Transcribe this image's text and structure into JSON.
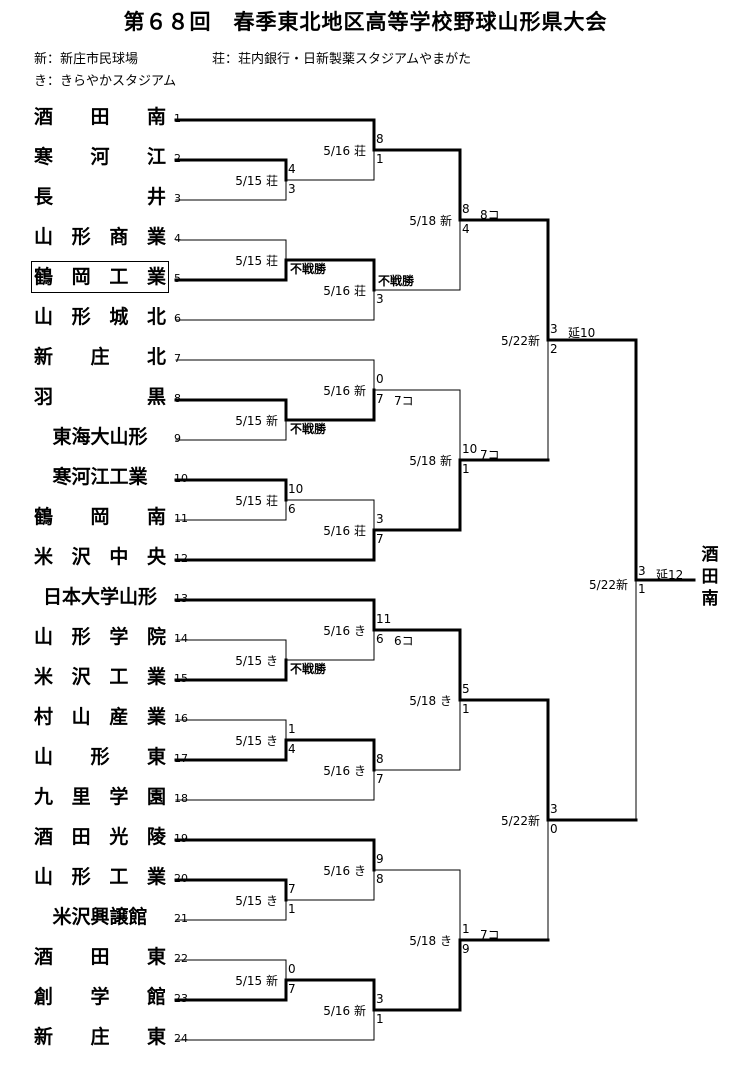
{
  "title": "第６８回　春季東北地区高等学校野球山形県大会",
  "legend": {
    "line1a": "新：新庄市民球場",
    "line1b": "荘：荘内銀行・日新製薬スタジアムやまがた",
    "line2": "き：きらやかスタジアム"
  },
  "teams": [
    {
      "seed": "1",
      "name": "酒田南"
    },
    {
      "seed": "2",
      "name": "寒河江"
    },
    {
      "seed": "3",
      "name": "長井"
    },
    {
      "seed": "4",
      "name": "山形商業"
    },
    {
      "seed": "5",
      "name": "鶴岡工業"
    },
    {
      "seed": "6",
      "name": "山形城北"
    },
    {
      "seed": "7",
      "name": "新庄北"
    },
    {
      "seed": "8",
      "name": "羽黒"
    },
    {
      "seed": "9",
      "name": "東海大山形"
    },
    {
      "seed": "10",
      "name": "寒河江工業"
    },
    {
      "seed": "11",
      "name": "鶴岡南"
    },
    {
      "seed": "12",
      "name": "米沢中央"
    },
    {
      "seed": "13",
      "name": "日本大学山形"
    },
    {
      "seed": "14",
      "name": "山形学院"
    },
    {
      "seed": "15",
      "name": "米沢工業"
    },
    {
      "seed": "16",
      "name": "村山産業"
    },
    {
      "seed": "17",
      "name": "山形東"
    },
    {
      "seed": "18",
      "name": "九里学園"
    },
    {
      "seed": "19",
      "name": "酒田光陵"
    },
    {
      "seed": "20",
      "name": "山形工業"
    },
    {
      "seed": "21",
      "name": "米沢興譲館"
    },
    {
      "seed": "22",
      "name": "酒田東"
    },
    {
      "seed": "23",
      "name": "創学館"
    },
    {
      "seed": "24",
      "name": "新庄東"
    }
  ],
  "champion": "酒田南",
  "forfeit_label": "不戦勝",
  "r1": [
    {
      "date": "5/15 荘",
      "top": "4",
      "bot": "3"
    },
    {
      "date": "5/15 荘"
    },
    {
      "date": "5/15 新"
    },
    {
      "date": "5/15 荘",
      "top": "10",
      "bot": "6"
    },
    {
      "date": "5/15 き"
    },
    {
      "date": "5/15 き",
      "top": "1",
      "bot": "4"
    },
    {
      "date": "5/15 き",
      "top": "7",
      "bot": "1"
    },
    {
      "date": "5/15 新",
      "top": "0",
      "bot": "7"
    }
  ],
  "r2": [
    {
      "date": "5/16 荘",
      "top": "8",
      "bot": "1"
    },
    {
      "date": "5/16 荘",
      "bot": "3"
    },
    {
      "date": "5/16 新",
      "top": "0",
      "bot": "7",
      "note": "7コ"
    },
    {
      "date": "5/16 荘",
      "top": "3",
      "bot": "7"
    },
    {
      "date": "5/16 き",
      "top": "11",
      "bot": "6",
      "note": "6コ"
    },
    {
      "date": "5/16 き",
      "top": "8",
      "bot": "7"
    },
    {
      "date": "5/16 き",
      "top": "9",
      "bot": "8"
    },
    {
      "date": "5/16 新",
      "top": "3",
      "bot": "1"
    }
  ],
  "r3": [
    {
      "date": "5/18 新",
      "top": "8",
      "bot": "4",
      "note": "8コ"
    },
    {
      "date": "5/18 新",
      "top": "10",
      "bot": "1",
      "note": "7コ"
    },
    {
      "date": "5/18 き",
      "top": "5",
      "bot": "1"
    },
    {
      "date": "5/18 き",
      "top": "1",
      "bot": "9",
      "note": "7コ"
    }
  ],
  "r4": [
    {
      "date": "5/22新",
      "top": "3",
      "bot": "2",
      "note": "延10"
    },
    {
      "date": "5/22新",
      "top": "3",
      "bot": "0"
    }
  ],
  "final": {
    "date": "5/22新",
    "top": "3",
    "bot": "1",
    "note": "延12"
  }
}
